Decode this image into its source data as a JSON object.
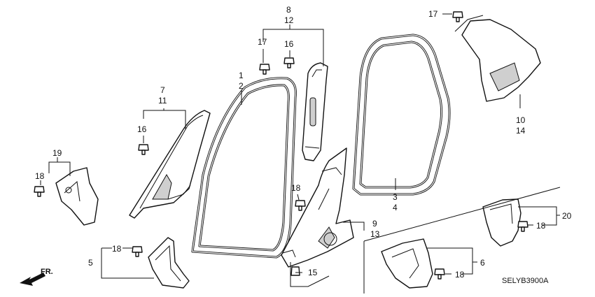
{
  "diagram": {
    "code": "SELYB3900A",
    "direction_label": "FR.",
    "callouts": [
      {
        "id": "c1",
        "text": "1"
      },
      {
        "id": "c2",
        "text": "2"
      },
      {
        "id": "c3",
        "text": "3"
      },
      {
        "id": "c4",
        "text": "4"
      },
      {
        "id": "c5",
        "text": "5"
      },
      {
        "id": "c6",
        "text": "6"
      },
      {
        "id": "c7",
        "text": "7"
      },
      {
        "id": "c8",
        "text": "8"
      },
      {
        "id": "c9",
        "text": "9"
      },
      {
        "id": "c10",
        "text": "10"
      },
      {
        "id": "c11",
        "text": "11"
      },
      {
        "id": "c12",
        "text": "12"
      },
      {
        "id": "c13",
        "text": "13"
      },
      {
        "id": "c14",
        "text": "14"
      },
      {
        "id": "c15",
        "text": "15"
      },
      {
        "id": "c16a",
        "text": "16"
      },
      {
        "id": "c16b",
        "text": "16"
      },
      {
        "id": "c17a",
        "text": "17"
      },
      {
        "id": "c17b",
        "text": "17"
      },
      {
        "id": "c18a",
        "text": "18"
      },
      {
        "id": "c18b",
        "text": "18"
      },
      {
        "id": "c18c",
        "text": "18"
      },
      {
        "id": "c18d",
        "text": "18"
      },
      {
        "id": "c18e",
        "text": "18"
      },
      {
        "id": "c19",
        "text": "19"
      },
      {
        "id": "c20",
        "text": "20"
      }
    ]
  }
}
